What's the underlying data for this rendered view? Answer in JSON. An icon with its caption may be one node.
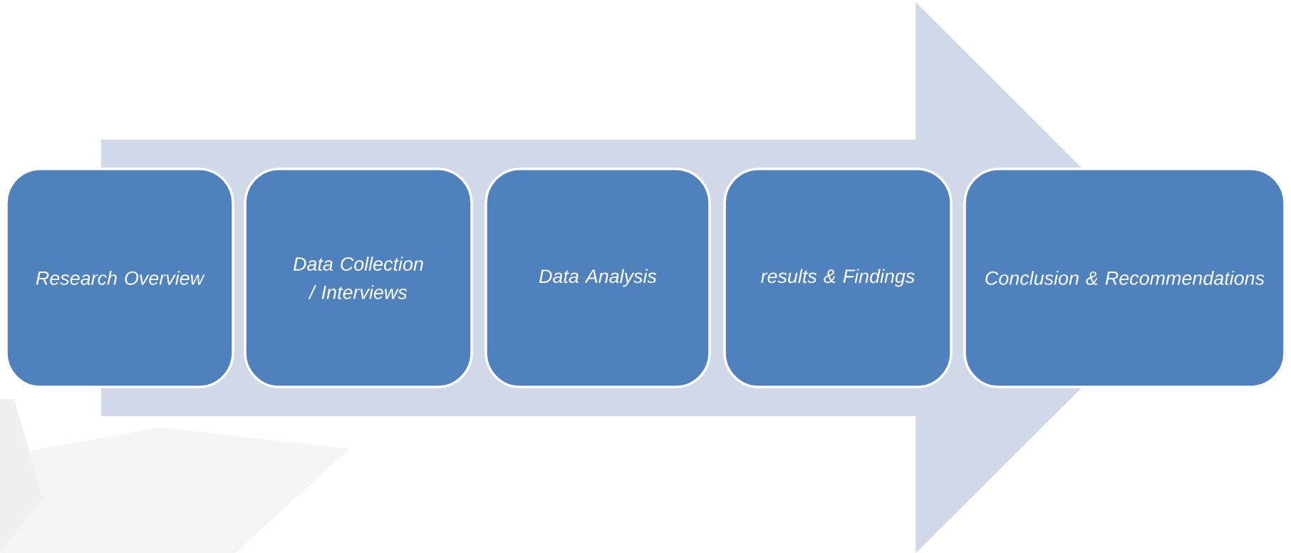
{
  "diagram": {
    "nodes": [
      {
        "text": [
          "Research Overview"
        ]
      },
      {
        "text": [
          "Data Collection / Interviews"
        ]
      },
      {
        "text": [
          "Data Analysis"
        ]
      },
      {
        "text": [
          "results & Findings"
        ]
      },
      {
        "text": [
          "Conclusion & Recommendations"
        ]
      }
    ],
    "edges": [
      {
        "from": 0,
        "to": 4,
        "arrow": "to",
        "style": "thick"
      }
    ]
  }
}
